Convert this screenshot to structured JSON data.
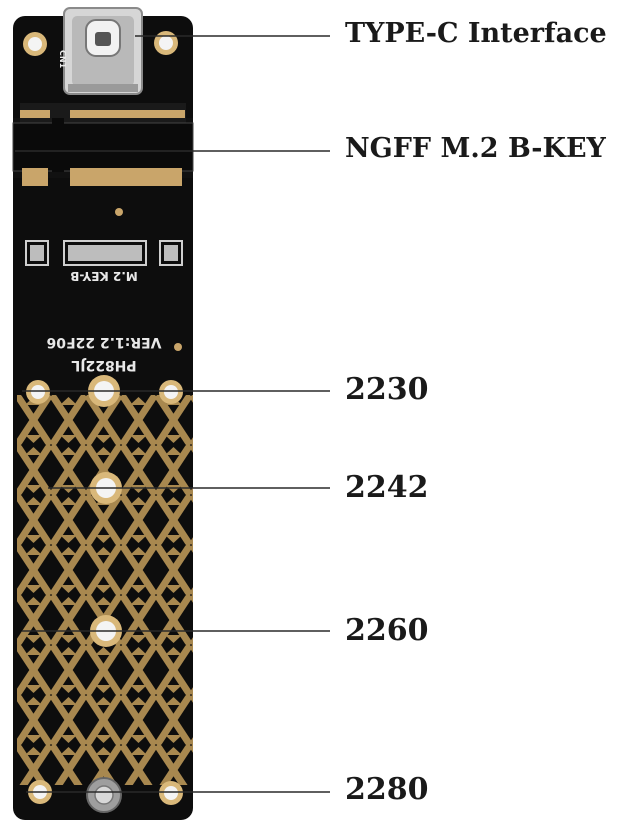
{
  "callouts": {
    "type_c": "TYPE-C Interface",
    "ngff": "NGFF M.2 B-KEY",
    "size_2230": "2230",
    "size_2242": "2242",
    "size_2260": "2260",
    "size_2280": "2280"
  },
  "silkscreen": {
    "key_label": "M.2 KEY-B",
    "version": "VER:1.2  22F06",
    "model": "PH822JL",
    "connector_ref": "CN1"
  },
  "colors": {
    "pcb": "#0d0d0d",
    "copper": "#a8884f",
    "gold": "#d9b87a",
    "line": "#2a2a2a",
    "text": "#1a1a1a"
  }
}
